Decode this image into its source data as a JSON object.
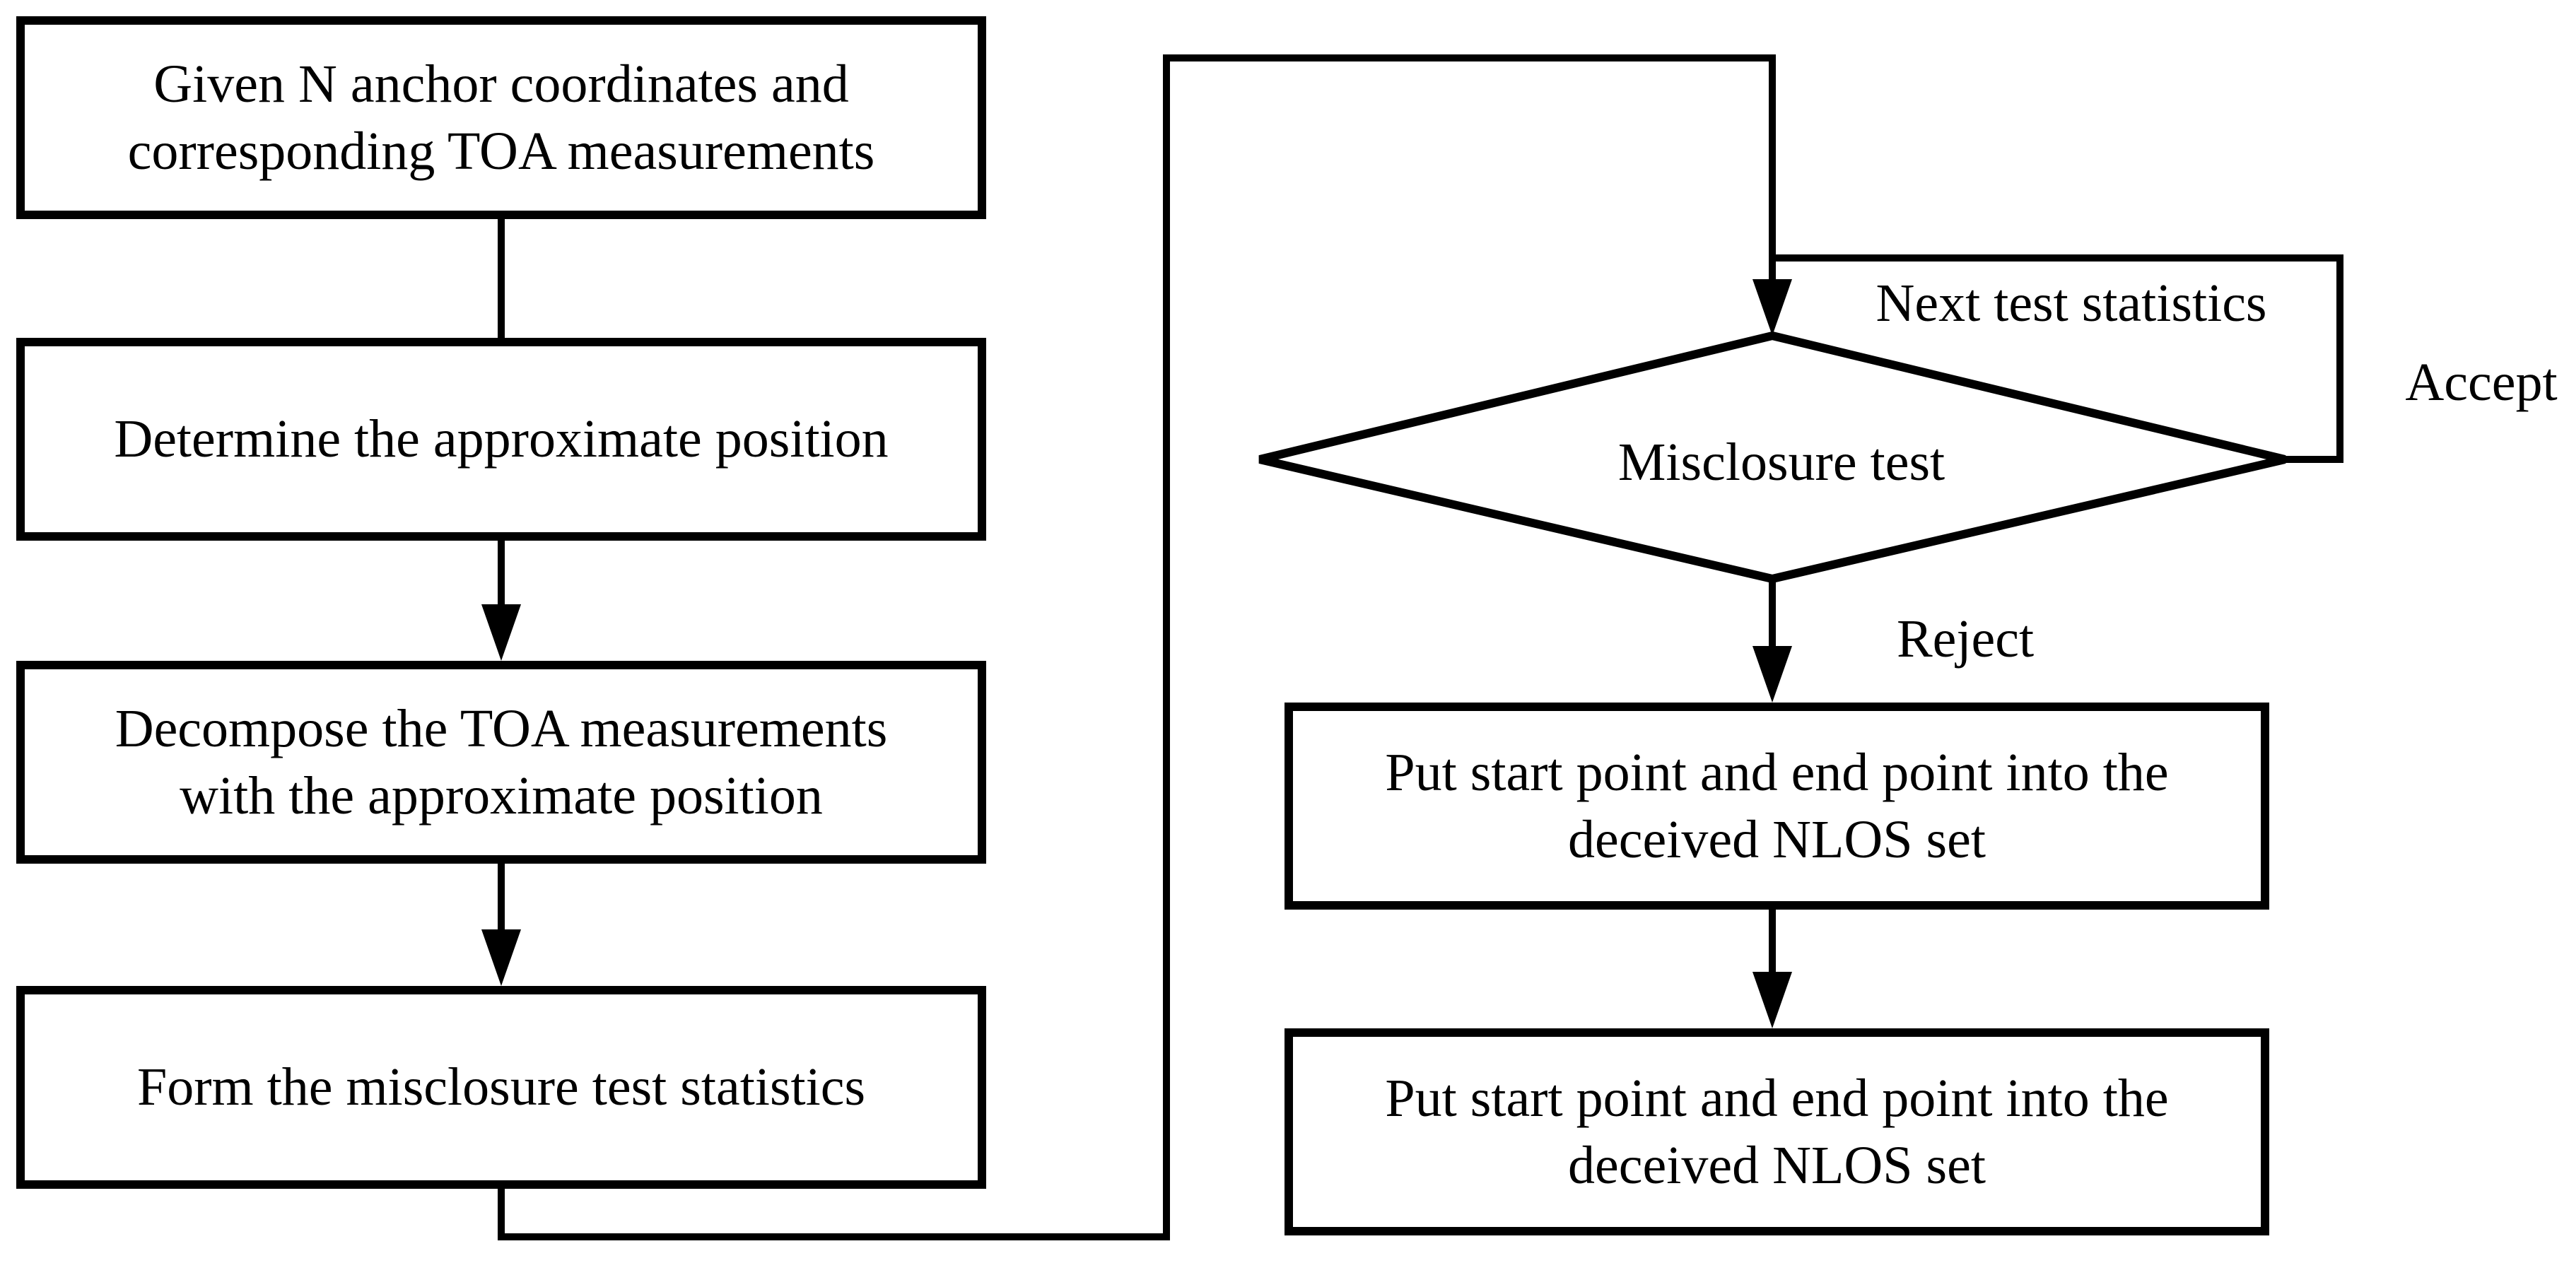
{
  "colors": {
    "ink": "#000000",
    "paper": "#ffffff"
  },
  "flowchart": {
    "process_boxes": [
      {
        "id": "given",
        "lines": [
          "Given N anchor coordinates and",
          "corresponding TOA measurements"
        ]
      },
      {
        "id": "approx",
        "lines": [
          "Determine the approximate position"
        ]
      },
      {
        "id": "decompose",
        "lines": [
          "Decompose the TOA measurements",
          "with the approximate position"
        ]
      },
      {
        "id": "form",
        "lines": [
          "Form the misclosure test statistics"
        ]
      }
    ],
    "decision": {
      "label": "Misclosure test"
    },
    "edge_labels": {
      "loop": "Next test statistics",
      "accept": "Accept",
      "reject": "Reject"
    },
    "result_boxes": [
      {
        "id": "nlos-1",
        "lines": [
          "Put start point and end point into the",
          "deceived NLOS set"
        ]
      },
      {
        "id": "nlos-2",
        "lines": [
          "Put start point and end point into the",
          "deceived NLOS set"
        ]
      }
    ]
  }
}
